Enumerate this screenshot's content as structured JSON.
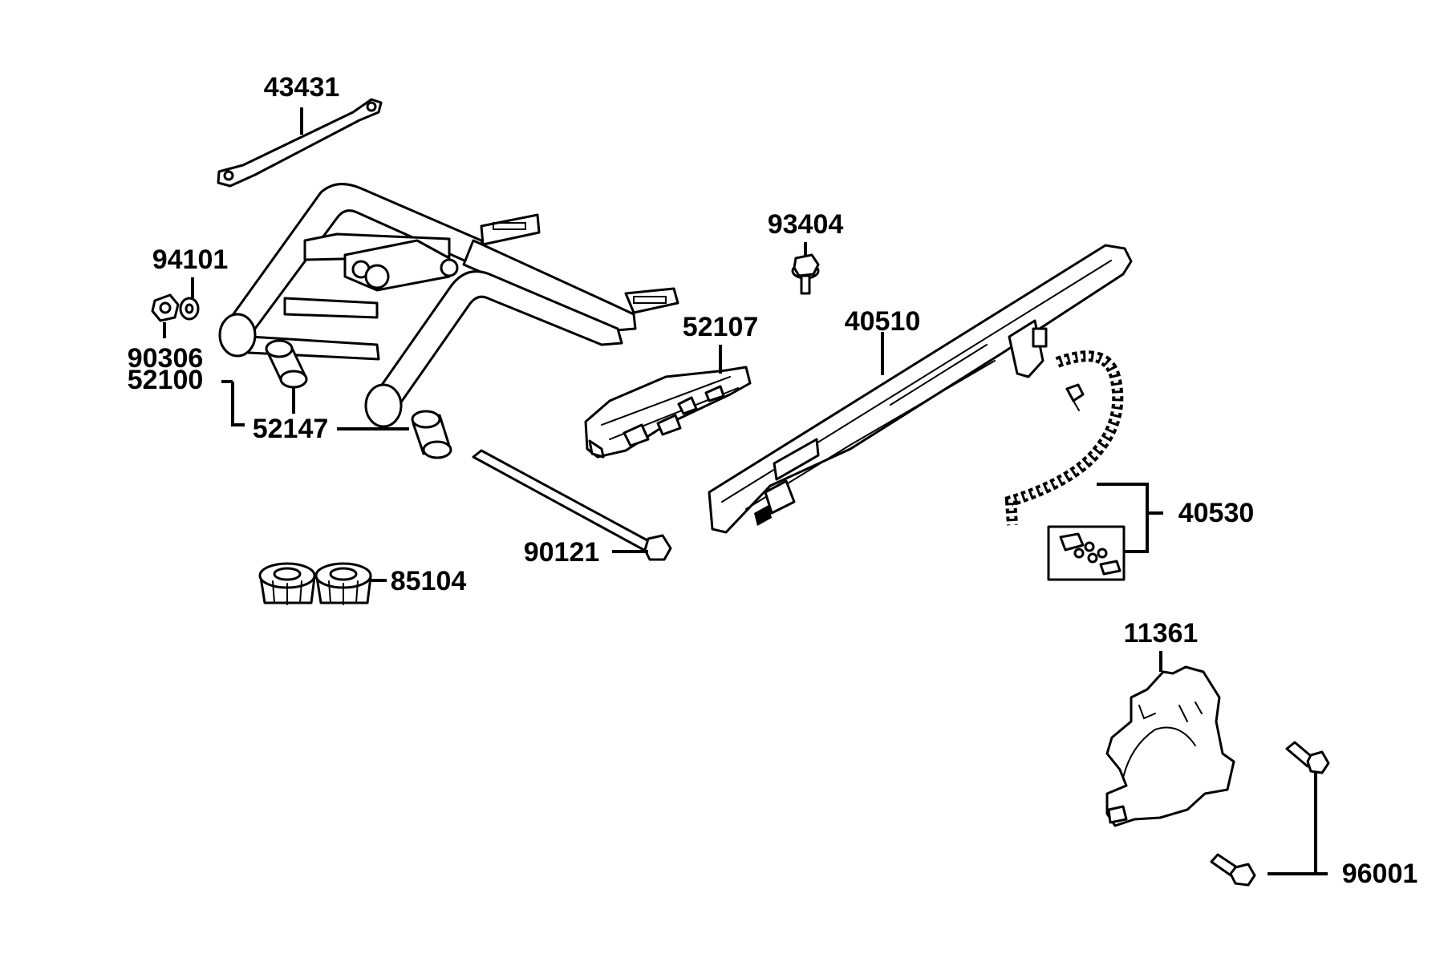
{
  "labels": {
    "p43431": "43431",
    "p94101": "94101",
    "p90306": "90306",
    "p52100": "52100",
    "p52147": "52147",
    "p93404": "93404",
    "p52107": "52107",
    "p40510": "40510",
    "p40530": "40530",
    "p90121": "90121",
    "p85104": "85104",
    "p11361": "11361",
    "p96001": "96001"
  }
}
